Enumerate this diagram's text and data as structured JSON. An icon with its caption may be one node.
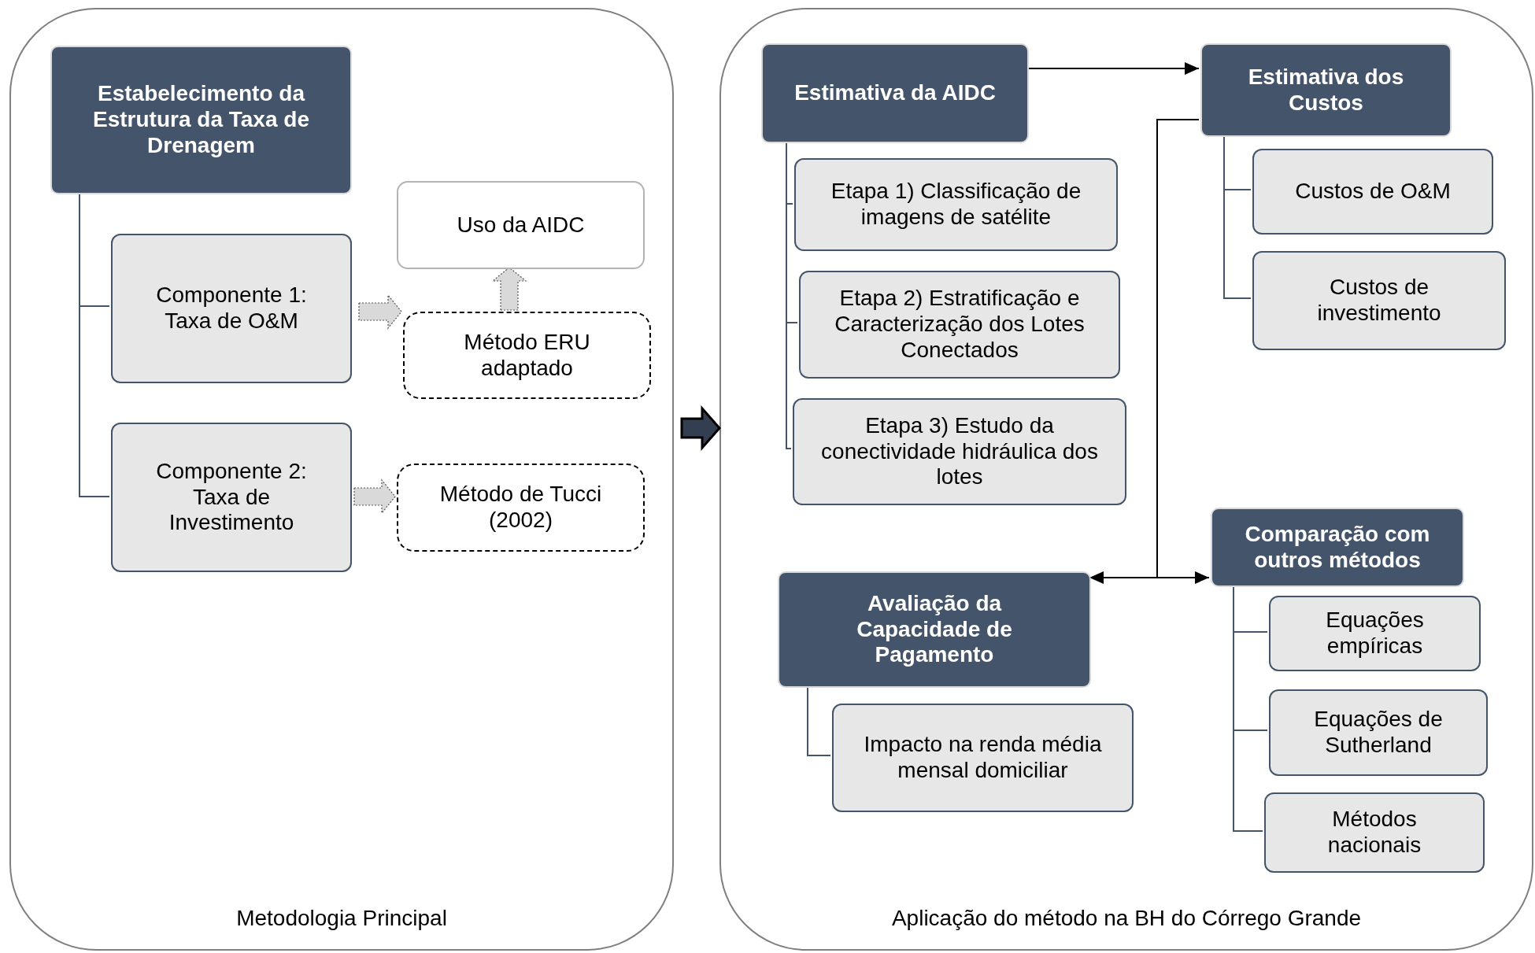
{
  "diagram": {
    "nodes": [
      {
        "text": [
          "Metodologia Principal"
        ]
      },
      {
        "text": [
          "Estabelecimento da Estrutura da Taxa de Drenagem"
        ],
        "in": 0
      },
      {
        "text": [
          "Componente 1: Taxa de O&M"
        ],
        "in": 0
      },
      {
        "text": [
          "Componente 2: Taxa de Investimento"
        ],
        "in": 0
      },
      {
        "text": [
          "Uso da AIDC"
        ],
        "in": 0
      },
      {
        "text": [
          "Método ERU adaptado"
        ],
        "in": 0
      },
      {
        "text": [
          "Método de Tucci (2002)"
        ],
        "in": 0
      },
      {
        "text": [
          "Aplicação do método na BH do Córrego Grande"
        ]
      },
      {
        "text": [
          "Estimativa da AIDC"
        ],
        "in": 7
      },
      {
        "text": [
          "Etapa 1) Classificação de imagens de satélite"
        ],
        "in": 7
      },
      {
        "text": [
          "Etapa 2) Estratificação e Caracterização dos Lotes Conectados"
        ],
        "in": 7
      },
      {
        "text": [
          "Etapa 3) Estudo da conectividade hidráulica dos lotes"
        ],
        "in": 7
      },
      {
        "text": [
          "Estimativa dos Custos"
        ],
        "in": 7
      },
      {
        "text": [
          "Custos de O&M"
        ],
        "in": 7
      },
      {
        "text": [
          "Custos de investimento"
        ],
        "in": 7
      },
      {
        "text": [
          "Comparação com outros métodos"
        ],
        "in": 7
      },
      {
        "text": [
          "Equações empíricas"
        ],
        "in": 7
      },
      {
        "text": [
          "Equações de Sutherland"
        ],
        "in": 7
      },
      {
        "text": [
          "Métodos nacionais"
        ],
        "in": 7
      },
      {
        "text": [
          "Avaliação da Capacidade de Pagamento"
        ],
        "in": 7
      },
      {
        "text": [
          "Impacto na renda média mensal domiciliar"
        ],
        "in": 7
      }
    ],
    "edges": [
      {
        "from": 0,
        "to": 7,
        "arrow": "to"
      },
      {
        "from": 1,
        "to": 2,
        "arrow": "none"
      },
      {
        "from": 1,
        "to": 3,
        "arrow": "none"
      },
      {
        "from": 2,
        "to": 5,
        "arrow": "to"
      },
      {
        "from": 3,
        "to": 6,
        "arrow": "to"
      },
      {
        "from": 5,
        "to": 4,
        "arrow": "to"
      },
      {
        "from": 8,
        "to": 9,
        "arrow": "none"
      },
      {
        "from": 8,
        "to": 10,
        "arrow": "none"
      },
      {
        "from": 8,
        "to": 11,
        "arrow": "none"
      },
      {
        "from": 8,
        "to": 12,
        "arrow": "to",
        "color": "#000000"
      },
      {
        "from": 12,
        "to": 13,
        "arrow": "none"
      },
      {
        "from": 12,
        "to": 14,
        "arrow": "none"
      },
      {
        "from": 12,
        "to": 19,
        "arrow": "to",
        "color": "#000000"
      },
      {
        "from": 12,
        "to": 15,
        "arrow": "to",
        "color": "#000000"
      },
      {
        "from": 19,
        "to": 20,
        "arrow": "none"
      },
      {
        "from": 15,
        "to": 16,
        "arrow": "none"
      },
      {
        "from": 15,
        "to": 17,
        "arrow": "none"
      },
      {
        "from": 15,
        "to": 18,
        "arrow": "none"
      }
    ]
  }
}
